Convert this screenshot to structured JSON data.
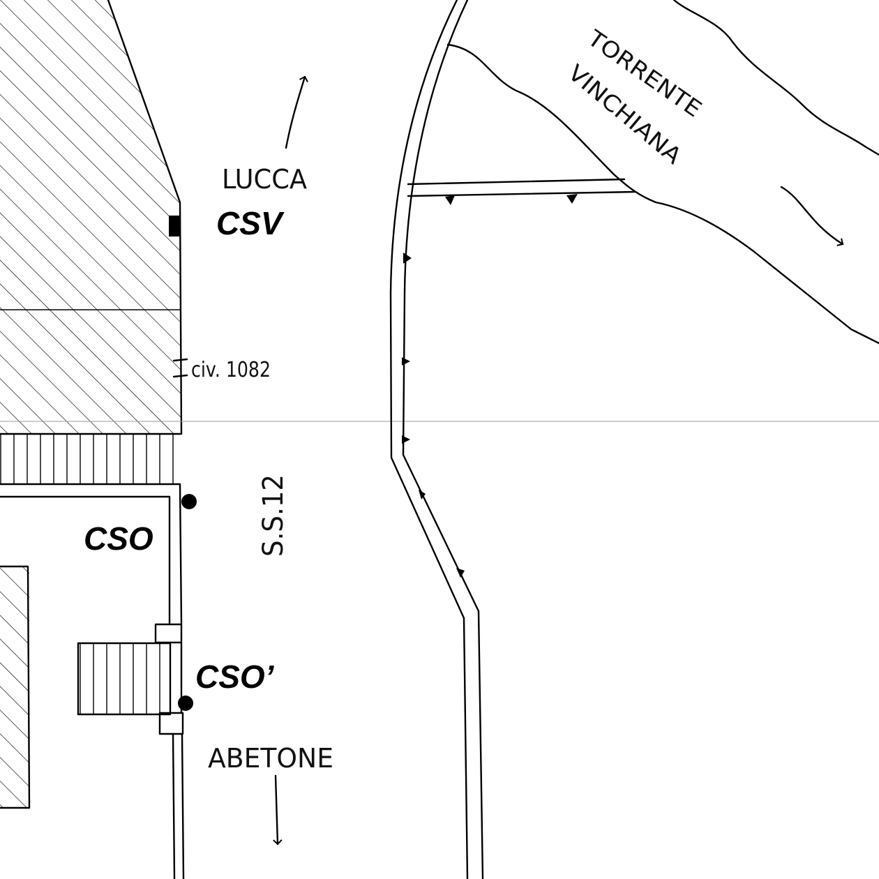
{
  "labels": {
    "lucca": "LUCCA",
    "abetone": "ABETONE",
    "road": "S.S.12",
    "civic": "civ. 1082",
    "torrente": "TORRENTE",
    "vinchiana": "VINCHIANA"
  },
  "points": {
    "csv": "CSV",
    "cso": "CSO",
    "cso_prime": "CSO’"
  },
  "colors": {
    "ink": "#000000",
    "paper": "#ffffff"
  }
}
